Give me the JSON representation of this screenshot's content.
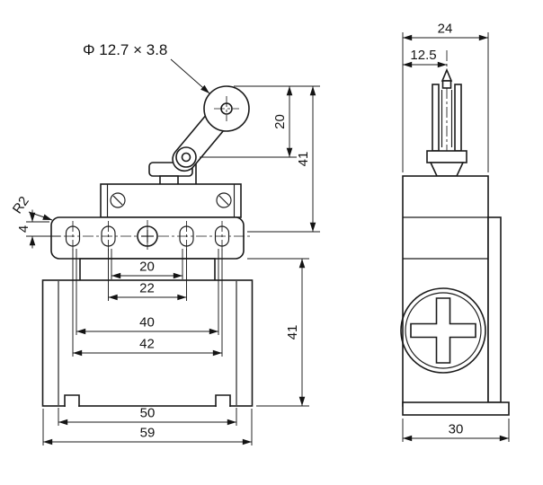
{
  "labels": {
    "roller_spec": "Φ 12.7 × 3.8",
    "front": {
      "d20_lever": "20",
      "d41_upper": "41",
      "r2": "R2",
      "d4": "4",
      "d20_slots": "20",
      "d22_slots": "22",
      "d40_slots": "40",
      "d42_slots": "42",
      "d41_body": "41",
      "d50_base": "50",
      "d59_base": "59"
    },
    "side": {
      "d24_width": "24",
      "d12_5_offset": "12.5",
      "d30_depth": "30"
    }
  },
  "colors": {
    "line": "#1a1a1a",
    "background": "#ffffff"
  }
}
